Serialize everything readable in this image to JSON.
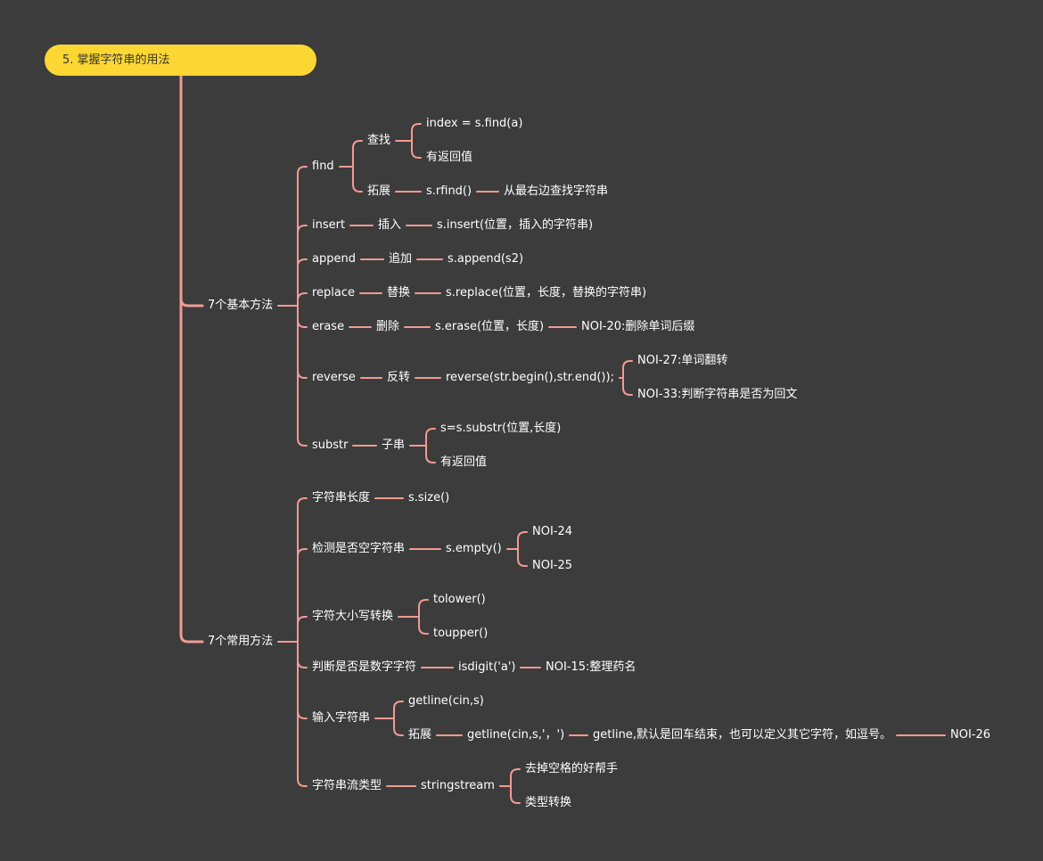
{
  "root": {
    "label": "5. 掌握字符串的用法",
    "children": [
      {
        "label": "7个基本方法",
        "children": [
          {
            "label": "find",
            "children": [
              {
                "label": "查找",
                "children": [
                  {
                    "label": "index = s.find(a)"
                  },
                  {
                    "label": "有返回值"
                  }
                ]
              },
              {
                "label": "拓展",
                "children": [
                  {
                    "label": "s.rfind()",
                    "children": [
                      {
                        "label": "从最右边查找字符串"
                      }
                    ]
                  }
                ]
              }
            ]
          },
          {
            "label": "insert",
            "children": [
              {
                "label": "插入",
                "children": [
                  {
                    "label": "s.insert(位置，插入的字符串)"
                  }
                ]
              }
            ]
          },
          {
            "label": "append",
            "children": [
              {
                "label": "追加",
                "children": [
                  {
                    "label": "s.append(s2)"
                  }
                ]
              }
            ]
          },
          {
            "label": "replace",
            "children": [
              {
                "label": "替换",
                "children": [
                  {
                    "label": "s.replace(位置，长度，替换的字符串)"
                  }
                ]
              }
            ]
          },
          {
            "label": "erase",
            "children": [
              {
                "label": "删除",
                "children": [
                  {
                    "label": "s.erase(位置，长度)",
                    "children": [
                      {
                        "label": "NOI-20:删除单词后缀"
                      }
                    ]
                  }
                ]
              }
            ]
          },
          {
            "label": "reverse",
            "children": [
              {
                "label": "反转",
                "children": [
                  {
                    "label": "reverse(str.begin(),str.end());",
                    "children": [
                      {
                        "label": "NOI-27:单词翻转"
                      },
                      {
                        "label": "NOI-33:判断字符串是否为回文"
                      }
                    ]
                  }
                ]
              }
            ]
          },
          {
            "label": "substr",
            "children": [
              {
                "label": "子串",
                "children": [
                  {
                    "label": "s=s.substr(位置,长度)"
                  },
                  {
                    "label": "有返回值"
                  }
                ]
              }
            ]
          }
        ]
      },
      {
        "label": "7个常用方法",
        "children": [
          {
            "label": "字符串长度",
            "children": [
              {
                "label": "s.size()"
              }
            ]
          },
          {
            "label": "检测是否空字符串",
            "children": [
              {
                "label": "s.empty()",
                "children": [
                  {
                    "label": "NOI-24"
                  },
                  {
                    "label": "NOI-25"
                  }
                ]
              }
            ]
          },
          {
            "label": "字符大小写转换",
            "children": [
              {
                "label": "tolower()"
              },
              {
                "label": "toupper()"
              }
            ]
          },
          {
            "label": "判断是否是数字字符",
            "children": [
              {
                "label": "isdigit('a')",
                "children": [
                  {
                    "label": "NOI-15:整理药名"
                  }
                ]
              }
            ]
          },
          {
            "label": "输入字符串",
            "children": [
              {
                "label": "getline(cin,s)"
              },
              {
                "label": "拓展",
                "children": [
                  {
                    "label": "getline(cin,s,'，')",
                    "children": [
                      {
                        "label": "getline,默认是回车结束，也可以定义其它字符，如逗号。",
                        "children": [
                          {
                            "label": "NOI-26"
                          }
                        ]
                      }
                    ]
                  }
                ]
              }
            ]
          },
          {
            "label": "字符串流类型",
            "children": [
              {
                "label": "stringstream",
                "children": [
                  {
                    "label": "去掉空格的好帮手"
                  },
                  {
                    "label": "类型转换"
                  }
                ]
              }
            ]
          }
        ]
      }
    ]
  },
  "colors": {
    "background": "#3c3c3c",
    "root_fill": "#fcd632",
    "root_text": "#333333",
    "node_text": "#ffffff",
    "connector": "#f29b92"
  }
}
